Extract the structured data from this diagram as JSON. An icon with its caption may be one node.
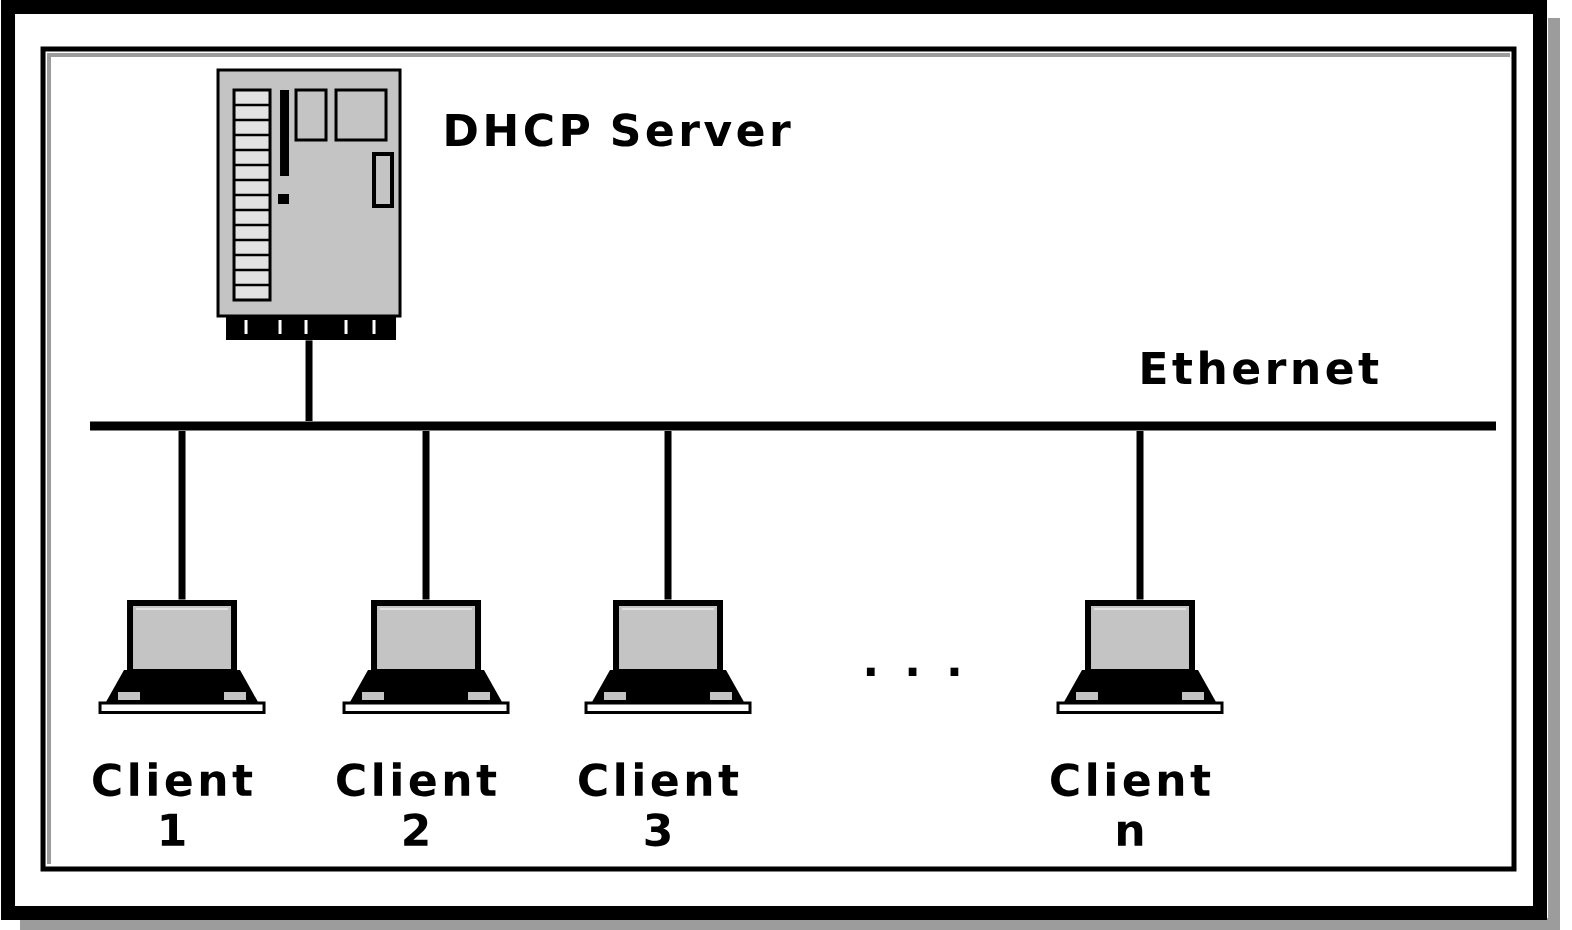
{
  "diagram": {
    "nodes": [
      {
        "text": [],
        "shape": "picture",
        "beside": [
          "DHCP Server"
        ]
      },
      {
        "text": [],
        "shape": "bar",
        "beside": [
          "Ethernet"
        ]
      },
      {
        "text": [],
        "shape": "picture",
        "beside": [
          "Client 1"
        ]
      },
      {
        "text": [],
        "shape": "picture",
        "beside": [
          "Client 2"
        ]
      },
      {
        "text": [],
        "shape": "picture",
        "beside": [
          "Client 3"
        ]
      },
      {
        "text": [],
        "shape": "picture",
        "beside": [
          "Client n"
        ]
      }
    ],
    "edges": [
      {
        "from": 0,
        "to": 1,
        "arrow": "none"
      },
      {
        "from": 1,
        "to": 2,
        "arrow": "none"
      },
      {
        "from": 1,
        "to": 3,
        "arrow": "none"
      },
      {
        "from": 1,
        "to": 4,
        "arrow": "none"
      },
      {
        "from": 1,
        "to": 5,
        "arrow": "none"
      }
    ],
    "labels": [
      ". . ."
    ]
  }
}
